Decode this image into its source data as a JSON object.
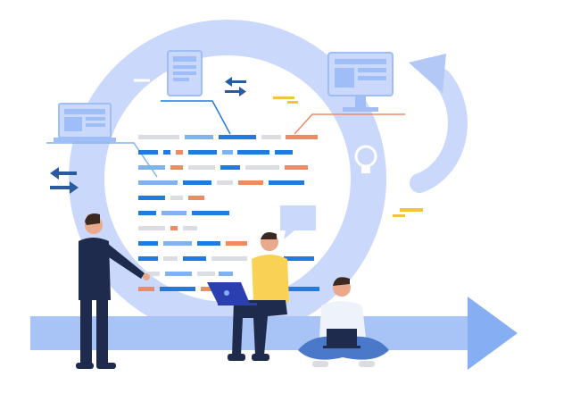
{
  "illustration": {
    "subject": "agile-development-cycle",
    "colors": {
      "background": "#ffffff",
      "ring": "#c9d8fb",
      "ring_dark": "#b3c8f7",
      "arrow": "#9fbdf6",
      "arrow_head": "#86aef2",
      "code_blue": "#1f7be0",
      "code_light_blue": "#7fb2ee",
      "code_orange": "#f08a63",
      "code_gray": "#dcdde3",
      "navy": "#1f2b4d",
      "shirt_yellow": "#f9d255",
      "shirt_white": "#eef3fb",
      "jeans": "#4a79c9",
      "skin": "#e9a98a",
      "hair": "#3a2a22",
      "laptop": "#2b3fb0",
      "lightbulb": "#ffffff",
      "note_yellow": "#f4c33c"
    },
    "icons": [
      "tablet-icon",
      "laptop-icon",
      "monitor-icon",
      "swap-arrows-icon",
      "lightbulb-icon",
      "chat-bubble-icon",
      "cycle-arrow-icon",
      "forward-arrow-icon"
    ],
    "people": [
      "presenter-man",
      "woman-with-laptop",
      "man-sitting-with-laptop"
    ]
  }
}
